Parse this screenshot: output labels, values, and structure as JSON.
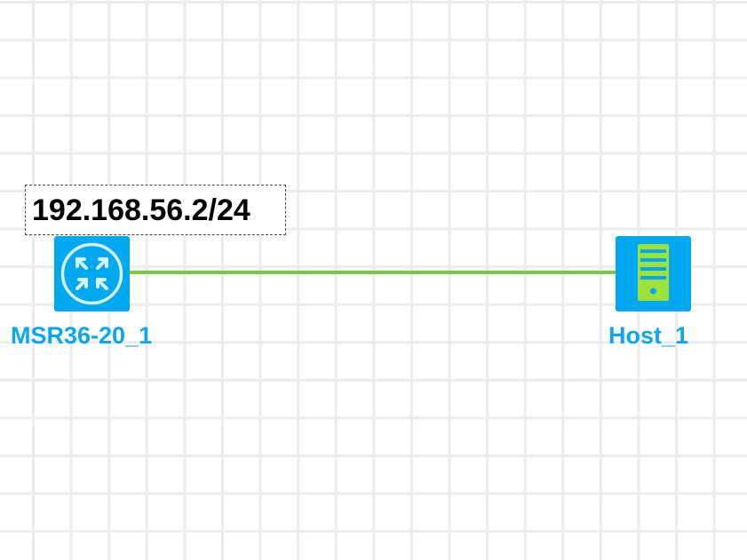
{
  "topology": {
    "devices": [
      {
        "id": "router",
        "name": "MSR36-20_1",
        "icon": "router-icon",
        "ip_label": "192.168.56.2/24"
      },
      {
        "id": "host",
        "name": "Host_1",
        "icon": "server-icon"
      }
    ],
    "links": [
      {
        "from": "MSR36-20_1",
        "to": "Host_1",
        "color": "#7ac943"
      }
    ]
  },
  "colors": {
    "device_fill": "#00a8f0",
    "label_text": "#0aa6ee",
    "link": "#7ac943",
    "host_accent": "#9de23c",
    "grid": "#ececec"
  }
}
